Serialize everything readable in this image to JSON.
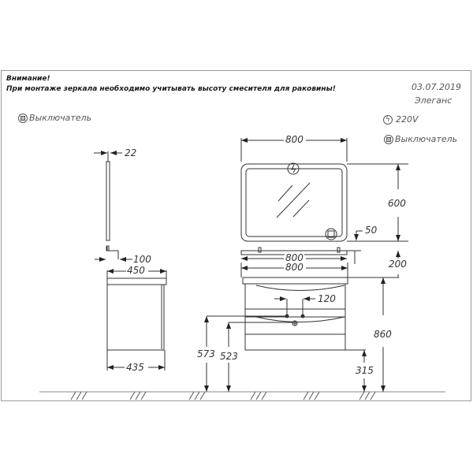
{
  "header": {
    "warning_title": "Внимание!",
    "warning_text": "При монтаже зеркала необходимо учитывать высоту смесителя для раковины!",
    "date": "03.07.2019",
    "model": "Элеганс"
  },
  "legend": {
    "left_switch_label": "Выключатель",
    "power_label": "220V",
    "right_switch_label": "Выключатель"
  },
  "dimensions": {
    "mirror_thickness": "22",
    "mirror_bracket_depth": "100",
    "side_top_depth": "450",
    "side_cabinet_depth": "435",
    "mirror_width": "800",
    "mirror_height": "600",
    "switch_offset": "50",
    "shelf_width": "800",
    "sink_width": "800",
    "gap_mirror_sink": "200",
    "tap_spacing": "120",
    "height_573": "573",
    "height_523": "523",
    "height_860": "860",
    "height_315": "315"
  },
  "colors": {
    "line": "#333333",
    "frame": "#9a9a9a"
  }
}
